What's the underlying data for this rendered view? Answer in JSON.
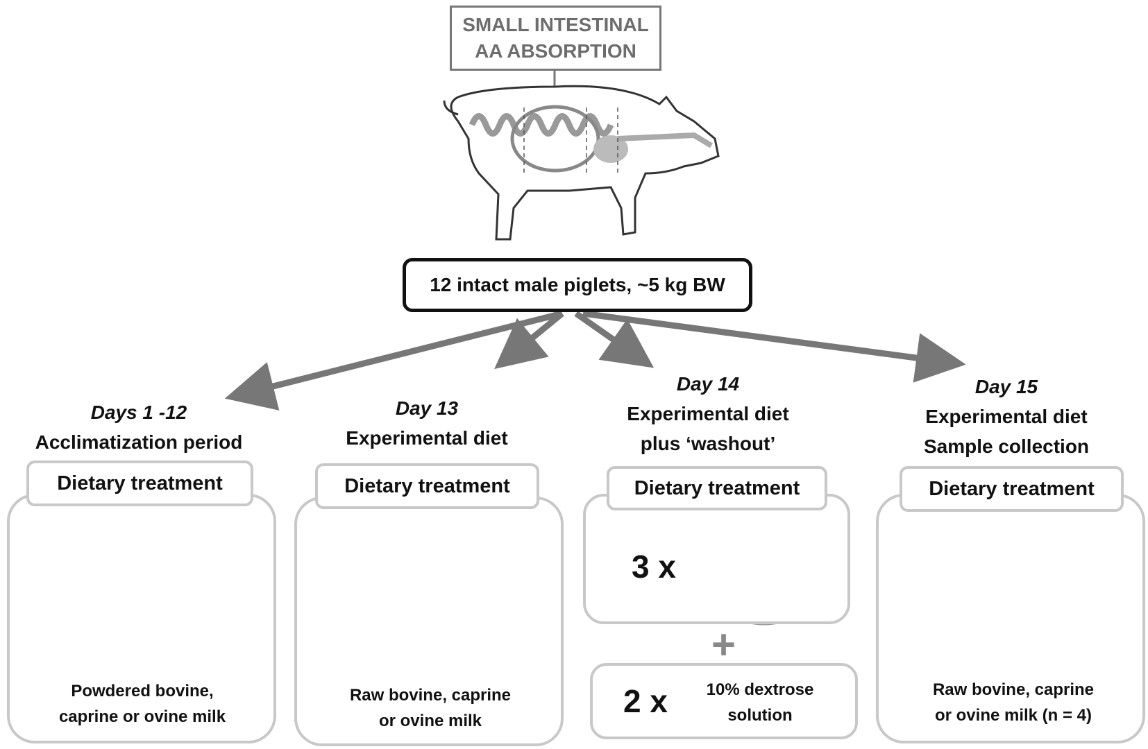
{
  "title": {
    "line1": "SMALL INTESTINAL",
    "line2": "AA ABSORPTION"
  },
  "subjects": "12 intact male piglets, ~5 kg BW",
  "phases": [
    {
      "day": "Days 1 -12",
      "line1": "Acclimatization period",
      "line2": "",
      "tab": "Dietary treatment",
      "caption1": "Powdered bovine,",
      "caption2": "caprine or ovine milk"
    },
    {
      "day": "Day 13",
      "line1": "Experimental diet",
      "line2": "",
      "tab": "Dietary treatment",
      "caption1": "Raw bovine, caprine",
      "caption2": "or ovine milk"
    },
    {
      "day": "Day 14",
      "line1": "Experimental diet",
      "line2": "plus ‘washout’",
      "tab": "Dietary treatment",
      "multiplier": "3 x",
      "plus": "+",
      "washout_multiplier": "2 x",
      "washout1": "10% dextrose",
      "washout2": "solution"
    },
    {
      "day": "Day 15",
      "line1": "Experimental diet",
      "line2": "Sample collection",
      "tab": "Dietary treatment",
      "caption1": "Raw bovine, caprine",
      "caption2": "or ovine milk (n = 4)"
    }
  ],
  "icons": [
    "pig-digestive-tract-icon",
    "milk-glass-cow-icon",
    "milk-glass-sheep-icon",
    "milk-glass-goat-icon"
  ],
  "colors": {
    "arrow": "#777777",
    "panel_border": "#c8c8c8",
    "title_text": "#6d6d6d"
  }
}
